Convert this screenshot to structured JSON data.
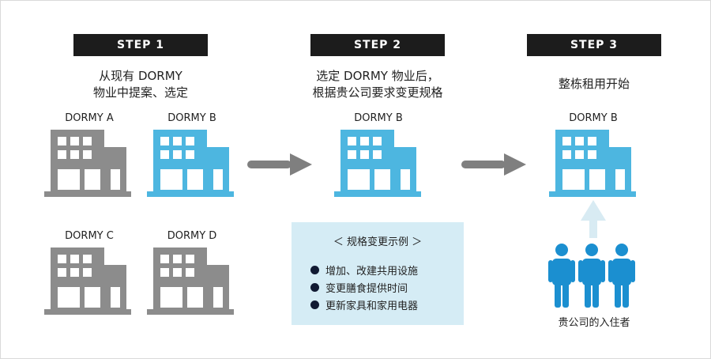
{
  "steps": [
    {
      "badge": "STEP 1",
      "line1": "从现有 DORMY",
      "line2": "物业中提案、选定"
    },
    {
      "badge": "STEP 2",
      "line1": "选定 DORMY 物业后，",
      "line2": "根据贵公司要求变更规格"
    },
    {
      "badge": "STEP 3",
      "line1": "整栋租用开始",
      "line2": ""
    }
  ],
  "dorms": {
    "a": "DORMY A",
    "b": "DORMY B",
    "c": "DORMY C",
    "d": "DORMY D",
    "step2": "DORMY B",
    "step3": "DORMY B"
  },
  "example": {
    "title": "＜ 规格变更示例 ＞",
    "items": [
      "增加、改建共用设施",
      "变更膳食提供时间",
      "更新家具和家用电器"
    ]
  },
  "residents_label": "贵公司的入住者",
  "colors": {
    "gray": "#8c8c8c",
    "blue": "#4db6e0",
    "resident_blue": "#1b8fd0",
    "arrow_gray": "#7f7f7f",
    "up_arrow": "#d8ebf3",
    "example_bg": "#d5ecf5"
  }
}
